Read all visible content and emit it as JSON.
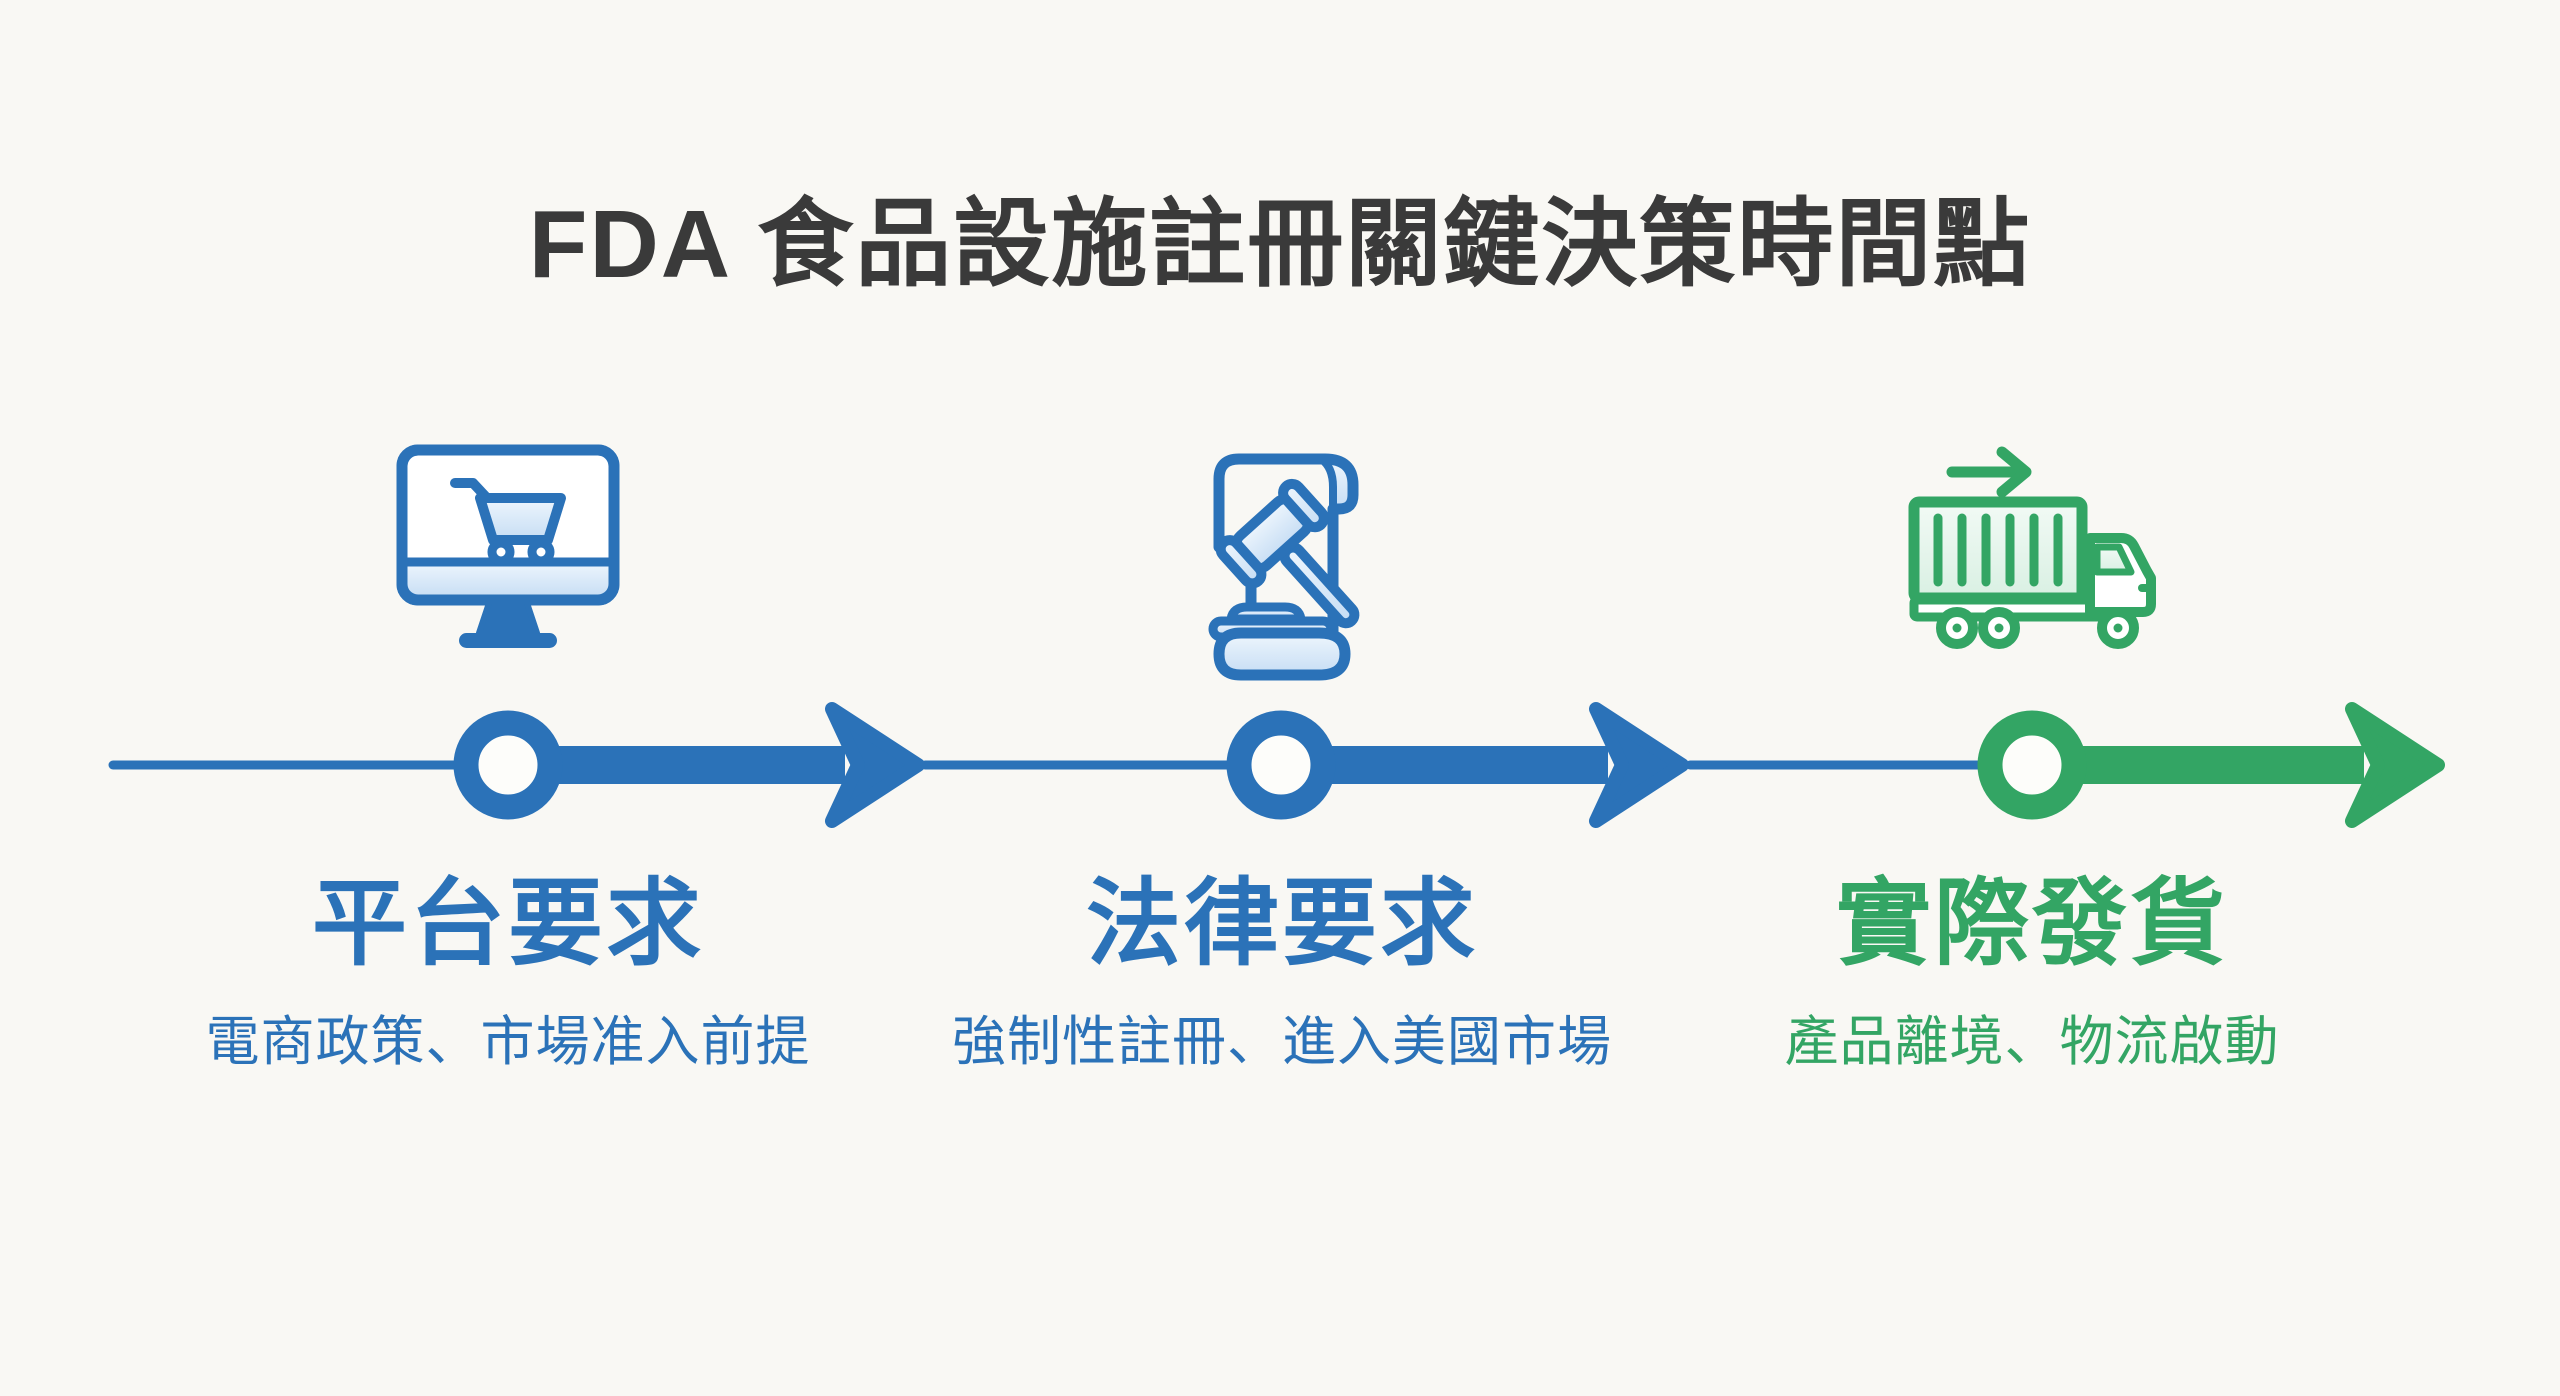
{
  "title": "FDA 食品設施註冊關鍵決策時間點",
  "stages": [
    {
      "label": "平台要求",
      "sublabel": "電商政策、市場准入前提",
      "icon": "monitor-shopping-cart-icon",
      "accent_color": "#2b72b8"
    },
    {
      "label": "法律要求",
      "sublabel": "強制性註冊、進入美國市場",
      "icon": "gavel-scroll-icon",
      "accent_color": "#2b72b8"
    },
    {
      "label": "實際發貨",
      "sublabel": "產品離境、物流啟動",
      "icon": "cargo-truck-icon",
      "accent_color": "#33a564"
    }
  ],
  "timeline": {
    "direction": "left-to-right",
    "node_count": 3,
    "node_style": "ring",
    "segment_colors": [
      "#2b72b8",
      "#2b72b8",
      "#33a564"
    ]
  },
  "colors": {
    "background": "#f9f8f4",
    "blue": "#2b72b8",
    "green": "#33a564",
    "title_color": "#3a3a3a"
  }
}
